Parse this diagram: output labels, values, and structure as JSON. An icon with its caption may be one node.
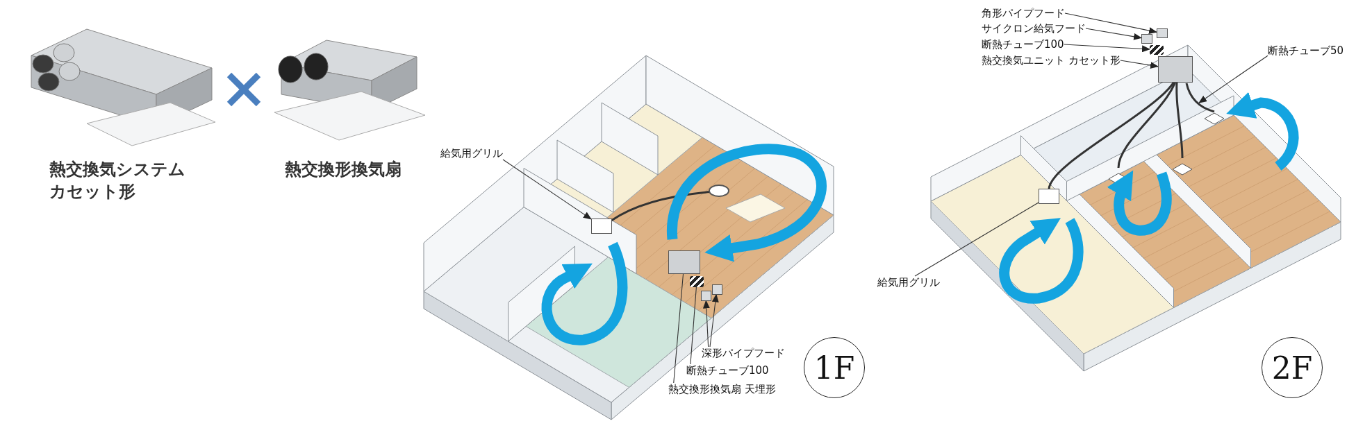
{
  "diagram": {
    "nodes": [
      {
        "text": [
          "給気用グリル"
        ]
      },
      {
        "text": [],
        "shape": "box"
      },
      {
        "text": [
          "深形パイプフード"
        ]
      },
      {
        "text": [],
        "shape": "box"
      },
      {
        "text": [],
        "shape": "box"
      },
      {
        "text": [
          "断熱チューブ100"
        ]
      },
      {
        "text": [
          "熱交換形換気扇 天埋形"
        ]
      },
      {
        "text": [],
        "shape": "box"
      },
      {
        "text": [],
        "shape": "bar"
      },
      {
        "text": [
          "1F"
        ]
      },
      {
        "text": [
          "角形パイプフード"
        ]
      },
      {
        "text": [],
        "shape": "box"
      },
      {
        "text": [
          "サイクロン給気フード"
        ]
      },
      {
        "text": [],
        "shape": "box"
      },
      {
        "text": [
          "断熱チューブ100"
        ]
      },
      {
        "text": [],
        "shape": "bar"
      },
      {
        "text": [
          "熱交換気ユニット カセット形"
        ]
      },
      {
        "text": [],
        "shape": "box"
      },
      {
        "text": [
          "断熱チューブ50"
        ]
      },
      {
        "text": [],
        "shape": "tube"
      },
      {
        "text": [
          "給気用グリル"
        ]
      },
      {
        "text": [],
        "shape": "box"
      },
      {
        "text": [
          "2F"
        ]
      }
    ],
    "edges": [
      {
        "from": 0,
        "to": 1,
        "arrow": "to"
      },
      {
        "from": 2,
        "to": 3,
        "arrow": "to"
      },
      {
        "from": 2,
        "to": 4,
        "arrow": "to"
      },
      {
        "from": 5,
        "to": 8,
        "arrow": "none"
      },
      {
        "from": 6,
        "to": 7,
        "arrow": "none"
      },
      {
        "from": 10,
        "to": 11,
        "arrow": "to"
      },
      {
        "from": 12,
        "to": 13,
        "arrow": "to"
      },
      {
        "from": 14,
        "to": 15,
        "arrow": "to"
      },
      {
        "from": 16,
        "to": 17,
        "arrow": "to"
      },
      {
        "from": 18,
        "to": 19,
        "arrow": "to"
      },
      {
        "from": 20,
        "to": 21,
        "arrow": "none"
      }
    ],
    "labels": [
      "熱交換気システムカセット形",
      "熱交換形換気扇"
    ]
  }
}
